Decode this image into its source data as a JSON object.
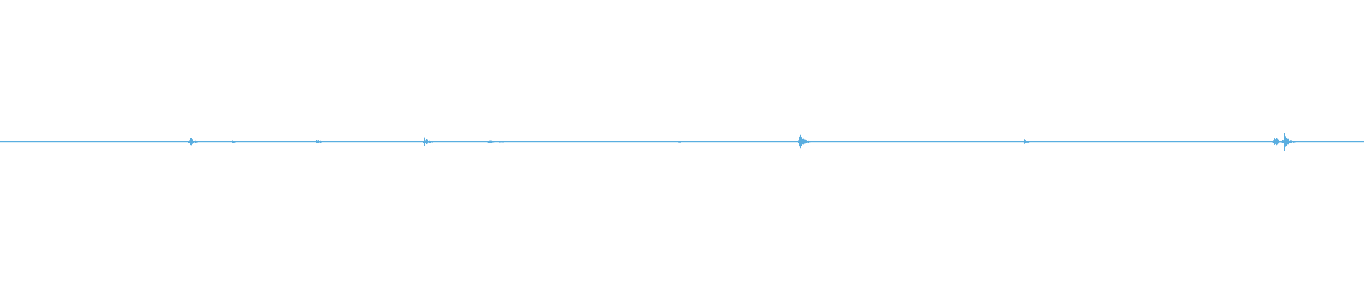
{
  "waveform": {
    "color": "#5aaee0",
    "background": "#ffffff",
    "duration_fraction_peaks": [
      {
        "position": 0.139,
        "amplitude": 0.3
      },
      {
        "position": 0.17,
        "amplitude": 0.12
      },
      {
        "position": 0.232,
        "amplitude": 0.22
      },
      {
        "position": 0.311,
        "amplitude": 0.28
      },
      {
        "position": 0.358,
        "amplitude": 0.18
      },
      {
        "position": 0.366,
        "amplitude": 0.1
      },
      {
        "position": 0.497,
        "amplitude": 0.09
      },
      {
        "position": 0.586,
        "amplitude": 0.62
      },
      {
        "position": 0.671,
        "amplitude": 0.06
      },
      {
        "position": 0.751,
        "amplitude": 0.14
      },
      {
        "position": 0.934,
        "amplitude": 0.38
      },
      {
        "position": 0.941,
        "amplitude": 0.62
      }
    ],
    "noise_floor": 0.02
  }
}
